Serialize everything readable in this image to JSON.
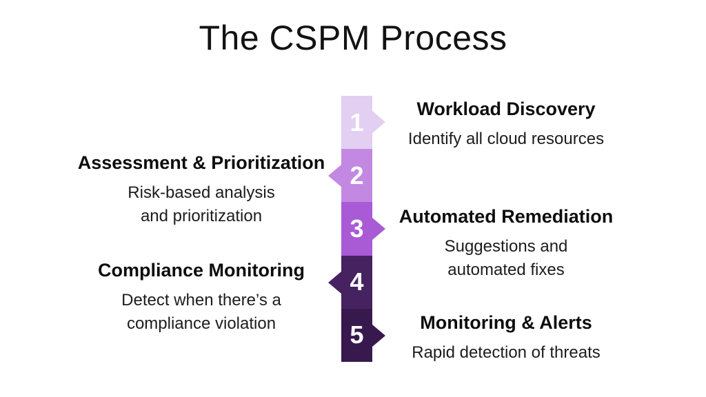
{
  "title": "The CSPM Process",
  "colors": {
    "background": "#ffffff",
    "title_text": "#121212",
    "heading_text": "#0d0d0d",
    "body_text": "#1c1c1c",
    "number_text": "#ffffff"
  },
  "steps": [
    {
      "number": "1",
      "side": "right",
      "color": "#e2cff1",
      "heading": "Workload Discovery",
      "lines": [
        "Identify all cloud resources"
      ]
    },
    {
      "number": "2",
      "side": "left",
      "color": "#c388e1",
      "heading": "Assessment & Prioritization",
      "lines": [
        "Risk-based analysis",
        "and prioritization"
      ]
    },
    {
      "number": "3",
      "side": "right",
      "color": "#a95ad5",
      "heading": "Automated Remediation",
      "lines": [
        "Suggestions and",
        "automated fixes"
      ]
    },
    {
      "number": "4",
      "side": "left",
      "color": "#462260",
      "heading": "Compliance Monitoring",
      "lines": [
        "Detect when there’s a",
        "compliance violation"
      ]
    },
    {
      "number": "5",
      "side": "right",
      "color": "#37194e",
      "heading": "Monitoring & Alerts",
      "lines": [
        "Rapid detection of threats"
      ]
    }
  ]
}
